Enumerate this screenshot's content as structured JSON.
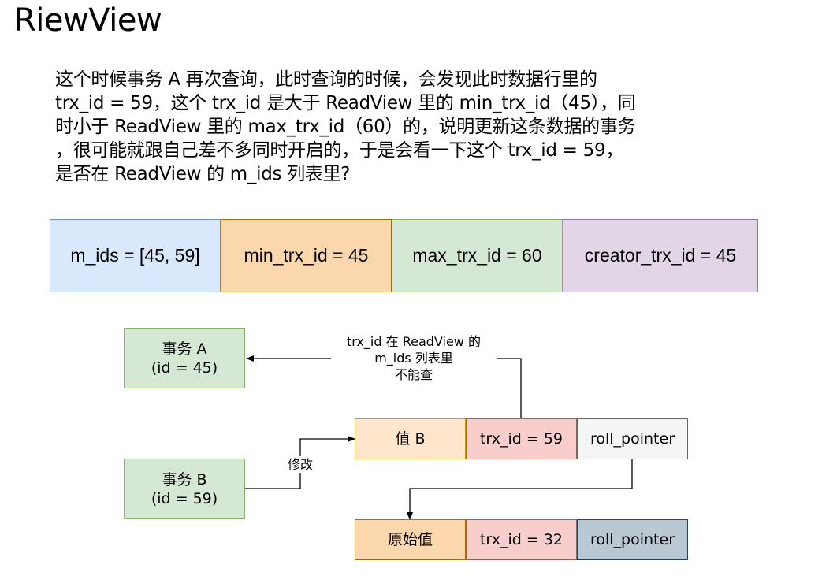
{
  "title": "RiewView",
  "paragraph_lines": [
    "这个时候事务 A 再次查询，此时查询的时候，会发现此时数据行里的",
    "trx_id = 59，这个 trx_id 是大于 ReadView 里的 min_trx_id（45），同",
    "时小于 ReadView 里的 max_trx_id（60）的，说明更新这条数据的事务",
    "，很可能就跟自己差不多同时开启的，于是会看一下这个 trx_id = 59，",
    "是否在 ReadView 的 m_ids 列表里?"
  ],
  "readview": [
    {
      "label": "m_ids = [45, 59]",
      "color": "#dae8fc",
      "border": "#6c8ebf"
    },
    {
      "label": "min_trx_id = 45",
      "color": "#fad7ac",
      "border": "#b46504"
    },
    {
      "label": "max_trx_id = 60",
      "color": "#d5e8d4",
      "border": "#82b366"
    },
    {
      "label": "creator_trx_id = 45",
      "color": "#e1d5e7",
      "border": "#9673a6"
    }
  ],
  "txn_a": {
    "line1": "事务 A",
    "line2": "(id = 45)",
    "color": "#d5e8d4",
    "border": "#82b366"
  },
  "txn_b": {
    "line1": "事务 B",
    "line2": "(id = 59)",
    "color": "#d5e8d4",
    "border": "#82b366"
  },
  "row_new": {
    "value": "值 B",
    "trx": "trx_id = 59",
    "ptr": "roll_pointer",
    "value_color": "#ffe6cc",
    "value_border": "#d79b00",
    "trx_color": "#f8cecc",
    "trx_border": "#b85450",
    "ptr_color": "#f5f5f5",
    "ptr_border": "#666666"
  },
  "row_old": {
    "value": "原始值",
    "trx": "trx_id = 32",
    "ptr": "roll_pointer",
    "value_color": "#fad7ac",
    "value_border": "#b46504",
    "trx_color": "#f8cecc",
    "trx_border": "#b85450",
    "ptr_color": "#bac8d3",
    "ptr_border": "#23445d"
  },
  "label_check": [
    "trx_id 在 ReadView 的",
    "m_ids 列表里",
    "不能查"
  ],
  "label_modify": "修改"
}
